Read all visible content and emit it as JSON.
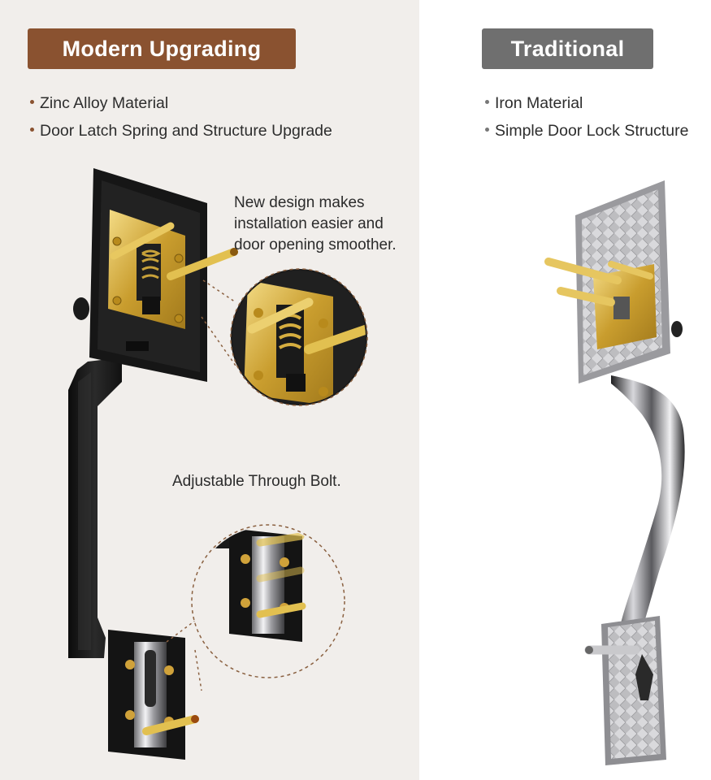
{
  "left": {
    "title": "Modern Upgrading",
    "bullets": [
      "Zinc Alloy Material",
      "Door Latch Spring and Structure Upgrade"
    ],
    "callout_install": [
      "New design makes",
      "installation easier and",
      "door opening smoother."
    ],
    "callout_bolt": "Adjustable Through Bolt."
  },
  "right": {
    "title": "Traditional",
    "bullets": [
      "Iron Material",
      "Simple Door Lock Structure"
    ]
  },
  "colors": {
    "modern_accent": "#8a5230",
    "traditional_accent": "#6f6f6f",
    "left_background": "#f1eeeb",
    "brass": "#d9b64a",
    "matte_black": "#1c1c1c",
    "chrome": "#c9c9cc"
  }
}
